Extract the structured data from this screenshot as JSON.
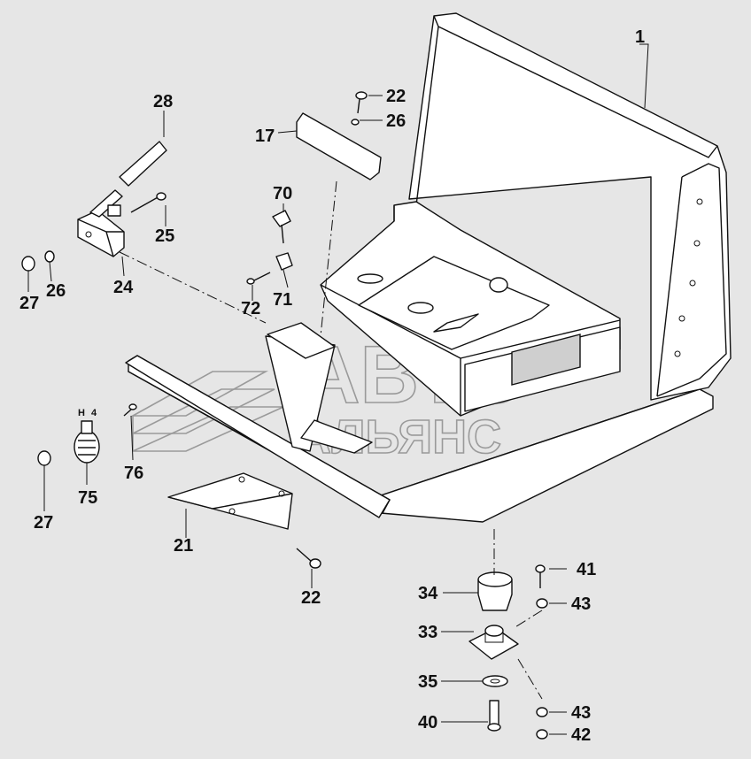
{
  "diagram": {
    "callouts": {
      "c1": "1",
      "c28": "28",
      "c22a": "22",
      "c26a": "26",
      "c17": "17",
      "c25": "25",
      "c70": "70",
      "c26b": "26",
      "c24": "24",
      "c27a": "27",
      "c71": "71",
      "c72": "72",
      "c76": "76",
      "c75": "75",
      "c27b": "27",
      "c21": "21",
      "c22b": "22",
      "c34": "34",
      "c41": "41",
      "c43a": "43",
      "c33": "33",
      "c35": "35",
      "c43b": "43",
      "c40": "40",
      "c42": "42"
    },
    "lock_label": "H 4",
    "watermark": {
      "line1": "АВТО",
      "line2": "АЛЬЯНС"
    }
  }
}
